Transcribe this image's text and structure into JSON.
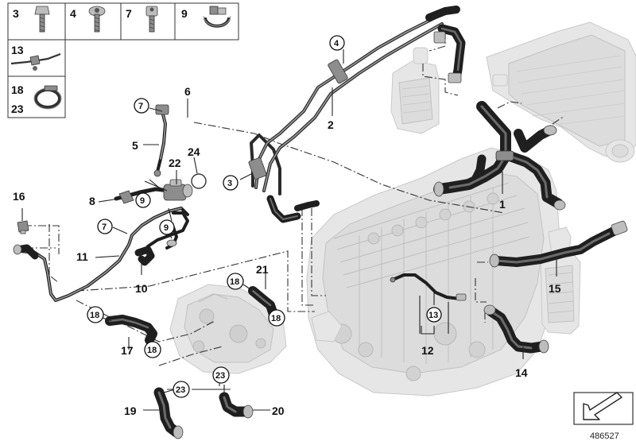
{
  "legend": {
    "cells": [
      {
        "id": "3",
        "icon": "bolt-hex-icon"
      },
      {
        "id": "4",
        "icon": "bolt-torx-icon"
      },
      {
        "id": "7",
        "icon": "bolt-socket-head-icon"
      },
      {
        "id": "9",
        "icon": "hose-clip-icon"
      },
      {
        "id": "13",
        "icon": "cable-tie-icon"
      },
      {
        "id": "18",
        "id2": "23",
        "icon": "hose-clamp-icon"
      }
    ]
  },
  "callouts": {
    "c1": "1",
    "c2": "2",
    "c3": "3",
    "c4": "4",
    "c5": "5",
    "c6": "6",
    "c7a": "7",
    "c7b": "7",
    "c8": "8",
    "c9a": "9",
    "c9b": "9",
    "c10": "10",
    "c11": "11",
    "c12": "12",
    "c13": "13",
    "c14": "14",
    "c15": "15",
    "c16": "16",
    "c17": "17",
    "c18a": "18",
    "c18b": "18",
    "c18c": "18",
    "c18d": "18",
    "c19": "19",
    "c20": "20",
    "c21": "21",
    "c22": "22",
    "c23a": "23",
    "c23b": "23",
    "c24": "24"
  },
  "footer": {
    "diagram_number": "486527",
    "nav_icon": "arrow-back-icon"
  }
}
